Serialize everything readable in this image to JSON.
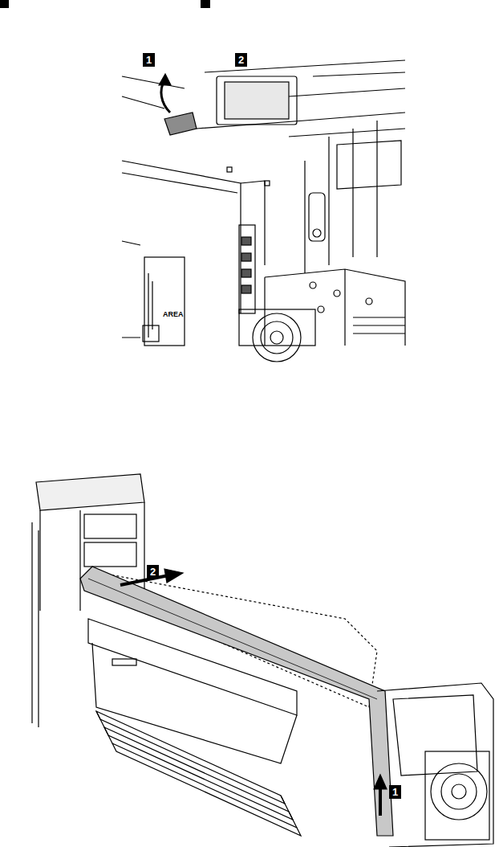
{
  "diagram": {
    "labels": [
      "1",
      "2",
      "AREA",
      "2",
      "1"
    ]
  }
}
